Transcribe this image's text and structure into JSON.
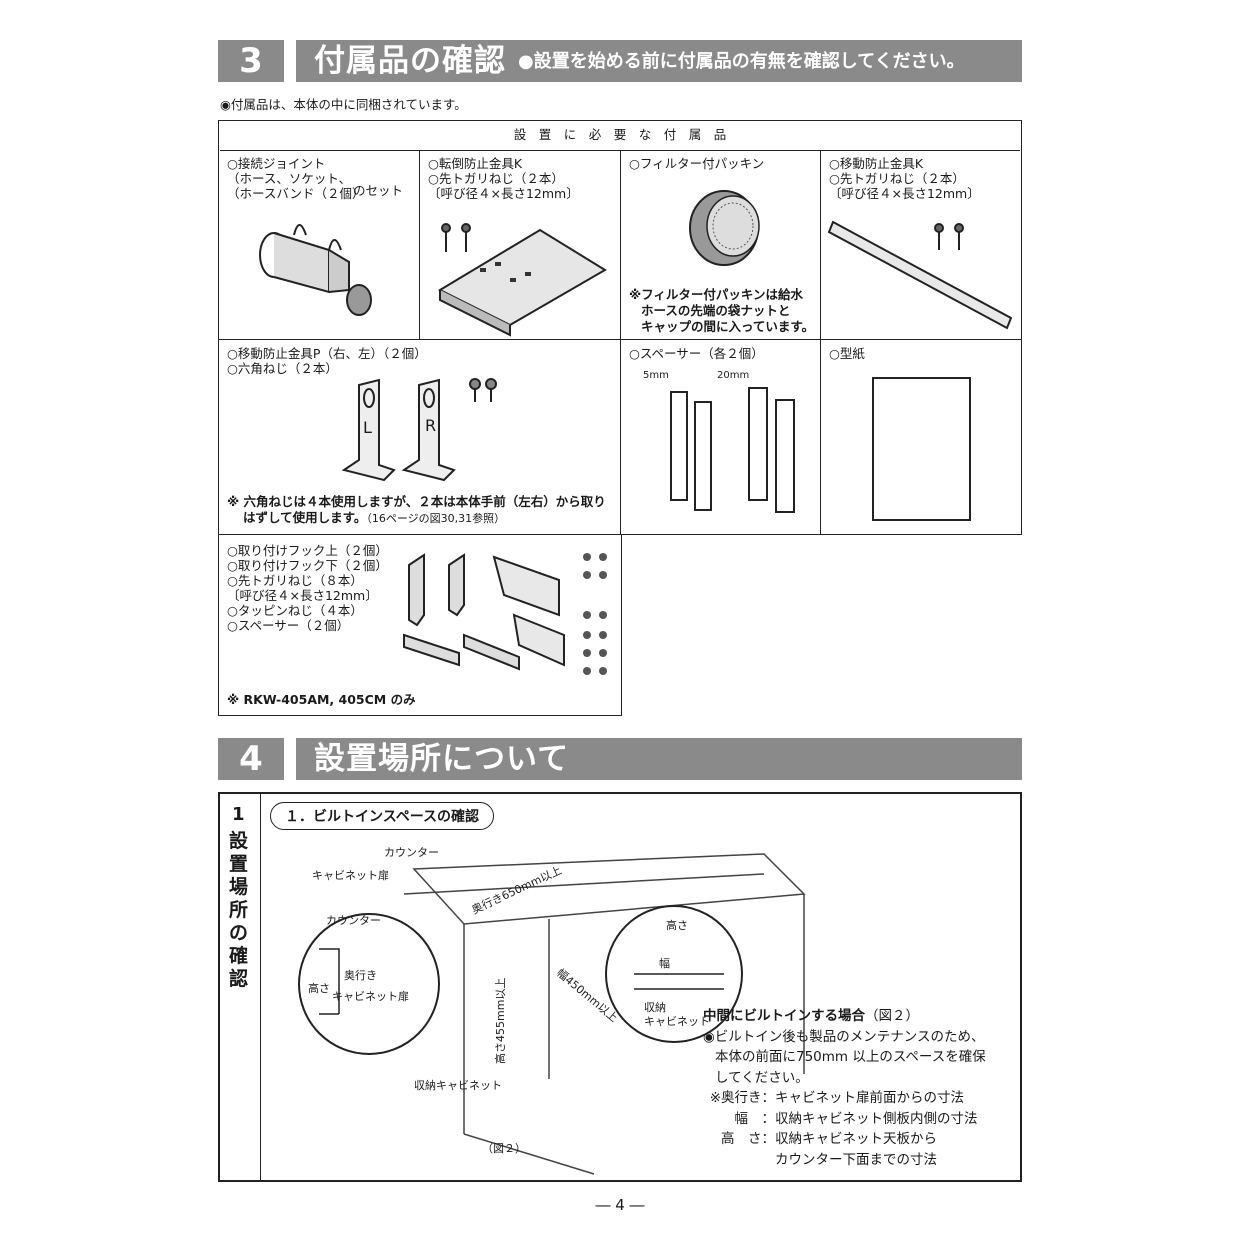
{
  "section3": {
    "number": "3",
    "title": "付属品の確認",
    "subtitle": "●設置を始める前に付属品の有無を確認してください。"
  },
  "note_top": "◉付属品は、本体の中に同梱されています。",
  "table": {
    "header": "設　置　に　必　要　な　付　属　品",
    "c1": [
      "○接続ジョイント",
      "（ホース、ソケット、",
      "（ホースバンド（２個）"
    ],
    "c1_suffix": "のセット",
    "c2": [
      "○転倒防止金具K",
      "○先トガリねじ（２本）",
      "〔呼び径４×長さ12mm〕"
    ],
    "c3": [
      "○フィルター付パッキン"
    ],
    "c3_note": [
      "※フィルター付パッキンは給水",
      "ホースの先端の袋ナットと",
      "キャップの間に入っています。"
    ],
    "c4": [
      "○移動防止金具K",
      "○先トガリねじ（２本）",
      "〔呼び径４×長さ12mm〕"
    ],
    "c5": [
      "○移動防止金具P（右、左）（２個）",
      "○六角ねじ（２本）"
    ],
    "c5_labels": [
      "L",
      "R"
    ],
    "c5_note": [
      "※ 六角ねじは４本使用しますが、２本は本体手前（左右）から取り",
      "はずして使用します。"
    ],
    "c5_note_ref": "（16ページの図30,31参照）",
    "c6": [
      "○スペーサー（各２個）"
    ],
    "c6_dims": [
      "5mm",
      "20mm"
    ],
    "c7": [
      "○型紙"
    ],
    "c8": [
      "○取り付けフック上（２個）",
      "○取り付けフック下（２個）",
      "○先トガリねじ（８本）",
      "〔呼び径４×長さ12mm〕",
      "○タッピンねじ（４本）",
      "○スペーサー（２個）"
    ],
    "c8_note": "※ RKW-405AM, 405CM のみ"
  },
  "section4": {
    "number": "4",
    "title": "設置場所について"
  },
  "sub": {
    "label": "1",
    "vertical": "設置場所の確認",
    "heading": "１．ビルトインスペースの確認",
    "fig_labels": {
      "counter": "カウンター",
      "cab_door": "キャビネット扉",
      "depth": "奥行き650mm以上",
      "height": "高さ455mm以上",
      "width": "幅450mm以上",
      "storage": "収納キャビネット",
      "caption": "（図２）",
      "inset_counter": "カウンター",
      "inset_depth": "奥行き",
      "inset_height": "高さ",
      "inset_cab_door": "キャビネット扉",
      "inset2_height": "高さ",
      "inset2_width": "幅",
      "inset2_storage1": "収納",
      "inset2_storage2": "キャビネット"
    },
    "mid_title": "中間にビルトインする場合",
    "mid_ref": "（図２）",
    "mid_lines": [
      "◉ビルトイン後も製品のメンテナンスのため、",
      "本体の前面に750mm 以上のスペースを確保",
      "してください。"
    ],
    "dims": [
      {
        "k": "※奥行き：",
        "v": "キャビネット扉前面からの寸法"
      },
      {
        "k": "幅　：",
        "v": "収納キャビネット側板内側の寸法"
      },
      {
        "k": "高　さ：",
        "v": "収納キャビネット天板から"
      },
      {
        "k": "",
        "v": "カウンター下面までの寸法"
      }
    ]
  },
  "page_number": "― 4 ―"
}
